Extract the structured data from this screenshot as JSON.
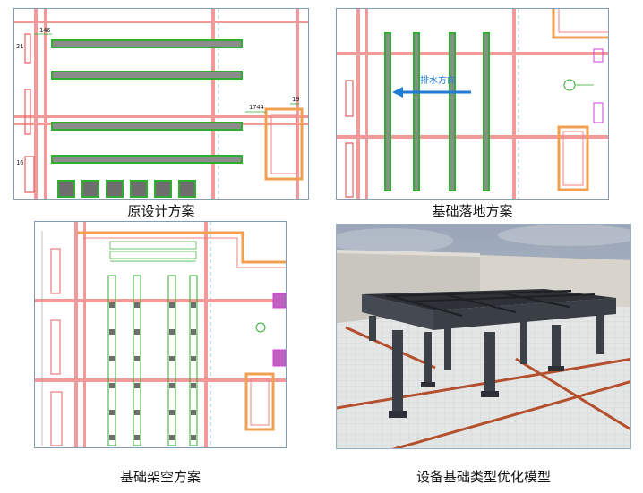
{
  "panels": {
    "original": {
      "caption": "原设计方案",
      "labels": [
        "146",
        "21",
        "1744",
        "19",
        "16"
      ]
    },
    "ground": {
      "caption": "基础落地方案",
      "arrow_label": "排水方向"
    },
    "raised": {
      "caption": "基础架空方案"
    },
    "model": {
      "caption": "设备基础类型优化模型"
    }
  },
  "colors": {
    "wall_red": "#f08080",
    "wall_core": "#e84a4a",
    "slab_green": "#2fae2f",
    "orange": "#f0a050",
    "magenta": "#d040d0",
    "arrow_blue": "#1e7bd6"
  }
}
